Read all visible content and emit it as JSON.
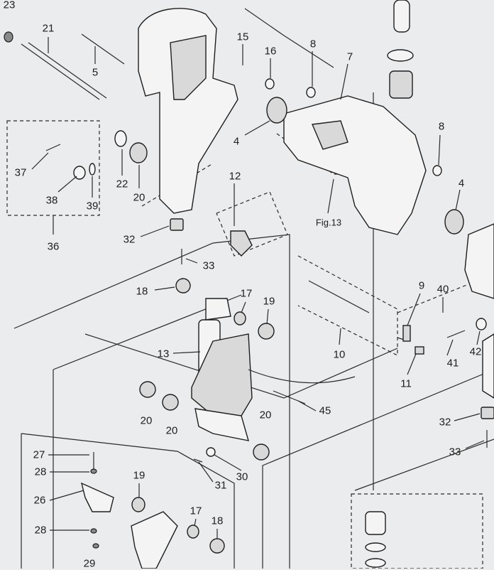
{
  "diagram": {
    "callouts": [
      "23",
      "21",
      "5",
      "15",
      "16",
      "8",
      "7",
      "37",
      "22",
      "20",
      "4",
      "12",
      "38",
      "39",
      "36",
      "32",
      "8",
      "4",
      "33",
      "18",
      "17",
      "19",
      "13",
      "9",
      "40",
      "10",
      "41",
      "42",
      "11",
      "20",
      "20",
      "45",
      "20",
      "32",
      "33",
      "27",
      "28",
      "26",
      "30",
      "31",
      "19",
      "28",
      "17",
      "18",
      "29"
    ],
    "figure_ref": "Fig.13"
  }
}
